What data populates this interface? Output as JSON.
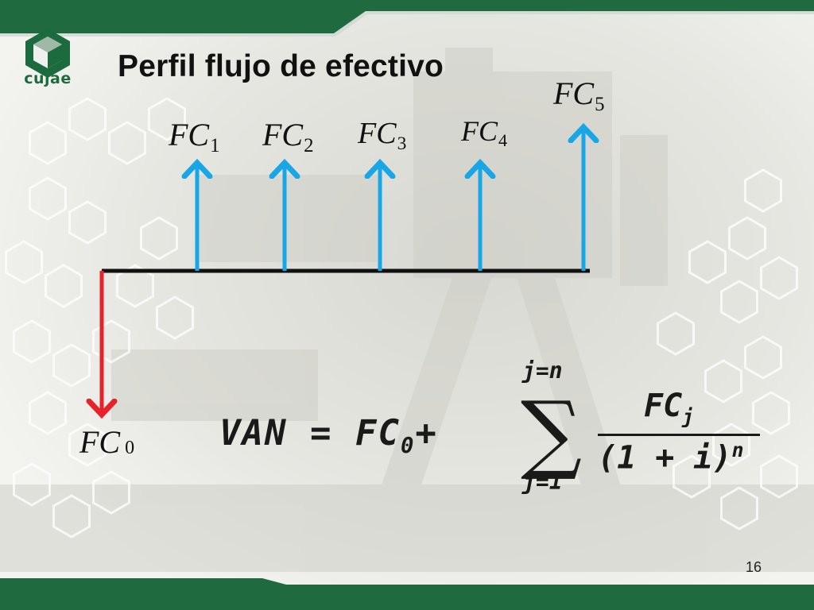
{
  "slide": {
    "title": "Perfil flujo de efectivo",
    "page_number": "16"
  },
  "logo": {
    "text": "cujae"
  },
  "cash_flow_diagram": {
    "outflow": {
      "label": "FC",
      "subscript": "0",
      "color": "#e8222a"
    },
    "inflows": [
      {
        "label": "FC",
        "subscript": "1"
      },
      {
        "label": "FC",
        "subscript": "2"
      },
      {
        "label": "FC",
        "subscript": "3"
      },
      {
        "label": "FC",
        "subscript": "4"
      },
      {
        "label": "FC",
        "subscript": "5"
      }
    ],
    "inflow_color": "#18a6e6",
    "timeline_color": "#111111"
  },
  "formula": {
    "lhs": "VAN",
    "equals": "=",
    "term": "FC",
    "term_subscript": "0",
    "plus": "+",
    "sum_symbol": "∑",
    "sum_upper": "j=n",
    "sum_lower": "j=1",
    "numerator": "FC",
    "numerator_subscript": "j",
    "denominator": "(1 + i)",
    "denominator_exponent": "n"
  },
  "theme": {
    "frame_green": "#1f6b3f",
    "logo_green": "#1c6b3e"
  }
}
